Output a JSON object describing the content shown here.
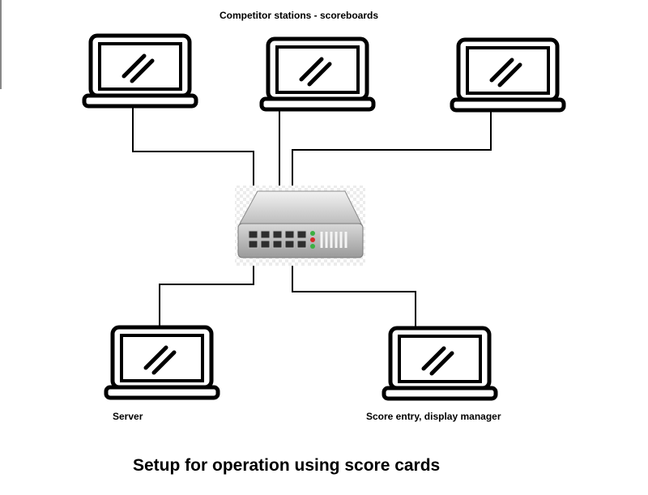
{
  "labels": {
    "stations": "Competitor stations - scoreboards",
    "server": "Server",
    "score_entry": "Score entry, display manager",
    "title": "Setup for operation using score cards"
  },
  "colors": {
    "line": "#000000",
    "switch_body": "#cfcfcf",
    "switch_top": "#e6e6e6",
    "led_green": "#3cb043",
    "led_red": "#d62828"
  },
  "icons": {
    "laptop": "laptop-icon",
    "switch": "network-switch-icon"
  }
}
